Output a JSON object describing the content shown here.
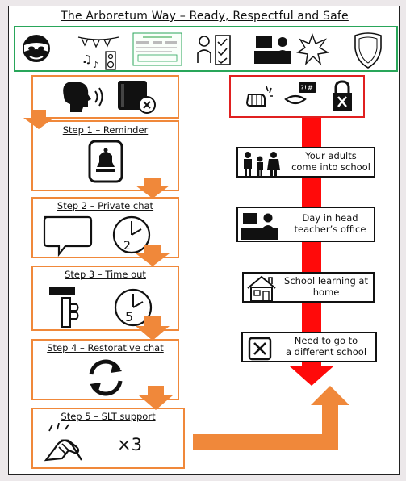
{
  "title": "The Arboretum Way – Ready, Respectful and Safe",
  "icon_bar": [
    {
      "icon": "ninja-mask-icon"
    },
    {
      "icon": "party-music-icon"
    },
    {
      "icon": "behaviour-policy-document-icon"
    },
    {
      "icon": "person-checklist-icon"
    },
    {
      "icon": "office-desk-icon"
    },
    {
      "icon": "burst-icon"
    },
    {
      "icon": "shield-icon"
    }
  ],
  "steps": [
    {
      "label": "Step 1 – Reminder",
      "icon": "bell-card-icon"
    },
    {
      "label": "Step 2 – Private chat",
      "icon": "speech-clock-2-icon"
    },
    {
      "label": "Step 3 – Time out",
      "icon": "hand-clock-5-icon"
    },
    {
      "label": "Step 4 – Restorative chat",
      "icon": "refresh-icon"
    },
    {
      "label": "Step 5 – SLT support",
      "icon": "handshake-icon",
      "multiplier": "×3"
    }
  ],
  "consequences": [
    {
      "text_line1": "Your adults",
      "text_line2": "come into school",
      "icon": "family-icon"
    },
    {
      "text_line1": "Day in head",
      "text_line2": "teacher’s office",
      "icon": "office-desk-icon"
    },
    {
      "text_line1": "School learning at",
      "text_line2": "home",
      "icon": "house-icon"
    },
    {
      "text_line1": "Need to go to",
      "text_line2": "a different school",
      "icon": "cross-box-icon"
    }
  ],
  "colors": {
    "orange": "#f0883a",
    "red": "#ff0a0a",
    "green": "#29a65a"
  }
}
